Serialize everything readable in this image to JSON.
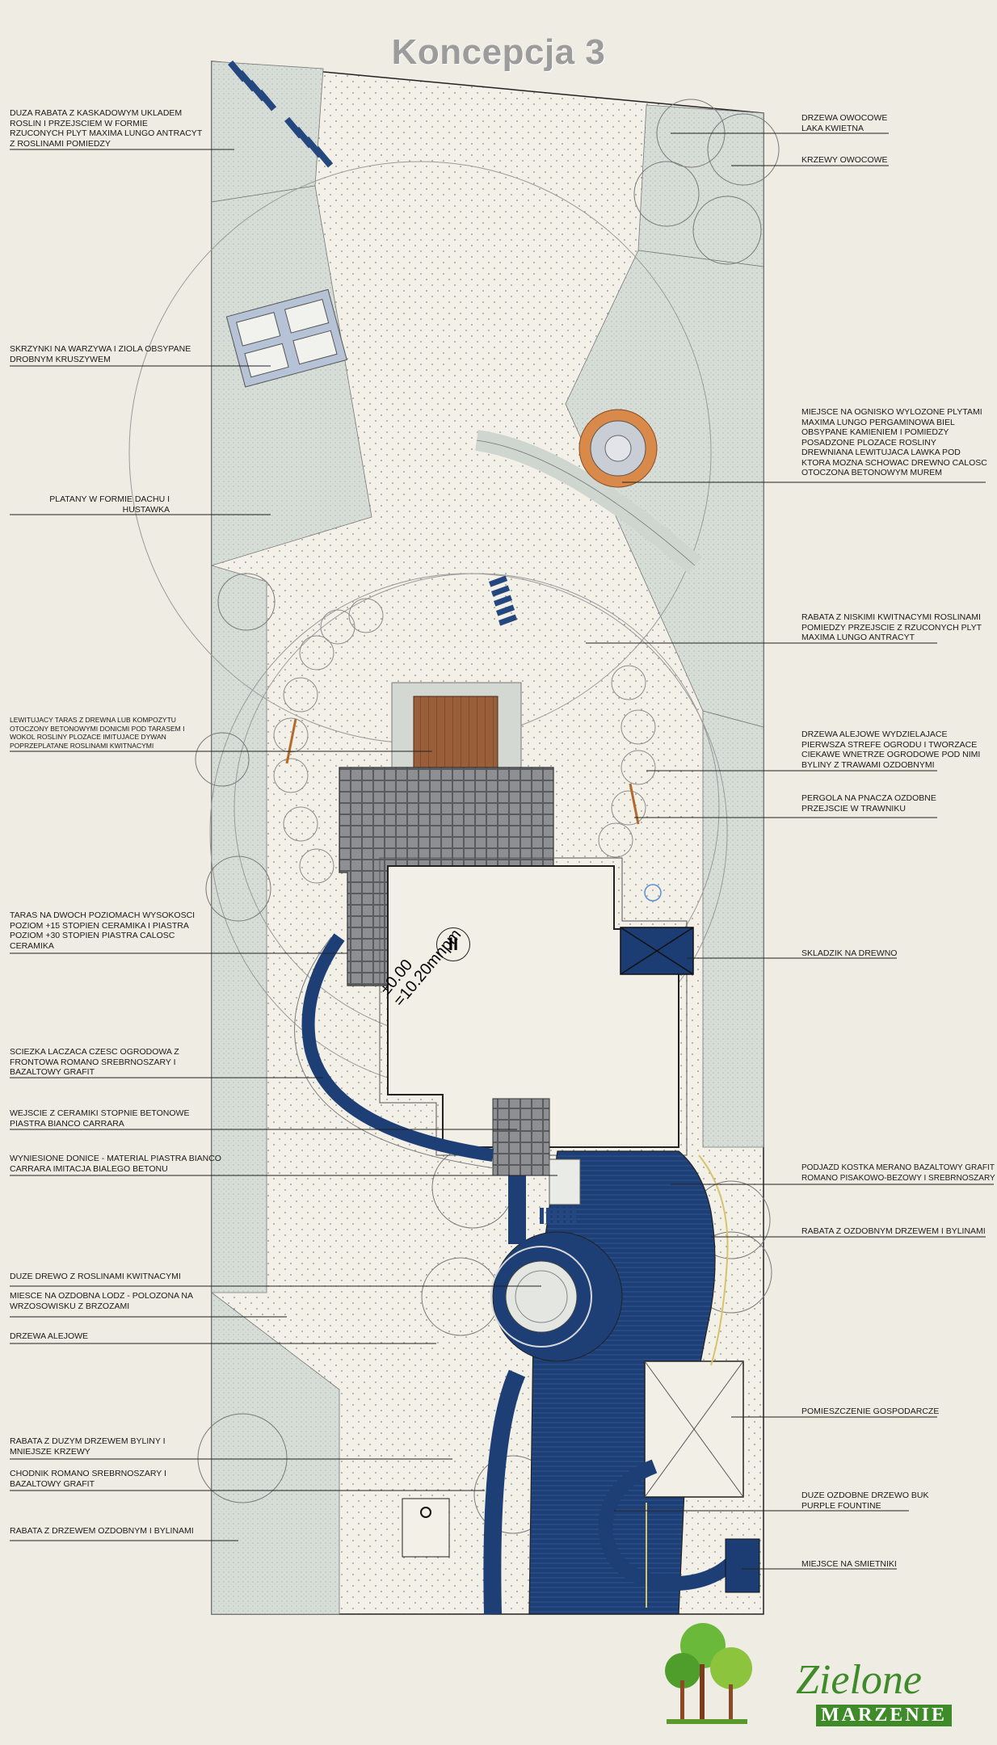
{
  "title": "Koncepcja 3",
  "house_level": "±0.00\n=10.20mnpm",
  "house_mark": "II",
  "labels_left": [
    "DUZA RABATA Z KASKADOWYM UKLADEM ROSLIN I PRZEJSCIEM W FORMIE RZUCONYCH PLYT  MAXIMA LUNGO ANTRACYT Z ROSLINAMI POMIEDZY",
    "SKRZYNKI NA WARZYWA I ZIOLA OBSYPANE DROBNYM KRUSZYWEM",
    "PLATANY W FORMIE DACHU I HUSTAWKA",
    "LEWITUJACY TARAS Z DREWNA LUB KOMPOZYTU OTOCZONY BETONOWYMI DONICMI POD TARASEM I WOKOL ROSLINY PLOZACE IMITUJACE DYWAN POPRZEPLATANE ROSLINAMI KWITNACYMI",
    "TARAS NA DWOCH POZIOMACH WYSOKOSCI POZIOM +15 STOPIEN CERAMIKA I PIASTRA  POZIOM +30 STOPIEN PIASTRA CALOSC CERAMIKA",
    "SCIEZKA LACZACA CZESC OGRODOWA Z FRONTOWA ROMANO SREBRNOSZARY I BAZALTOWY GRAFIT",
    "WEJSCIE Z CERAMIKI STOPNIE BETONOWE PIASTRA BIANCO CARRARA",
    "WYNIESIONE DONICE - MATERIAL PIASTRA BIANCO CARRARA IMITACJA BIALEGO BETONU",
    "DUZE DREWO Z ROSLINAMI KWITNACYMI",
    "MIESCE NA OZDOBNA LODZ - POLOZONA NA WRZOSOWISKU Z BRZOZAMI",
    "DRZEWA ALEJOWE",
    "RABATA Z DUZYM DRZEWEM BYLINY I MNIEJSZE KRZEWY",
    "CHODNIK ROMANO SREBRNOSZARY I BAZALTOWY GRAFIT",
    "RABATA Z DRZEWEM OZDOBNYM I BYLINAMI"
  ],
  "labels_right": [
    "DRZEWA OWOCOWE LAKA KWIETNA",
    "KRZEWY OWOCOWE",
    "MIEJSCE NA OGNISKO WYLOZONE PLYTAMI MAXIMA LUNGO  PERGAMINOWA BIEL OBSYPANE KAMIENIEM I POMIEDZY POSADZONE PLOZACE ROSLINY DREWNIANA LEWITUJACA LAWKA POD KTORA MOZNA SCHOWAC DREWNO CALOSC OTOCZONA BETONOWYM MUREM",
    "RABATA Z NISKIMI KWITNACYMI ROSLINAMI POMIEDZY PRZEJSCIE Z RZUCONYCH PLYT MAXIMA LUNGO ANTRACYT",
    "DRZEWA ALEJOWE WYDZIELAJACE PIERWSZA STREFE OGRODU I TWORZACE CIEKAWE WNETRZE OGRODOWE POD NIMI BYLINY Z TRAWAMI OZDOBNYMI",
    "PERGOLA NA PNACZA OZDOBNE PRZEJSCIE W TRAWNIKU",
    "SKLADZIK NA DREWNO",
    "PODJAZD KOSTKA MERANO BAZALTOWY GRAFIT ROMANO PISAKOWO-BEZOWY I SREBRNOSZARY",
    "RABATA Z OZDOBNYM DRZEWEM I BYLINAMI",
    "POMIESZCZENIE GOSPODARCZE",
    "DUZE OZDOBNE DRZEWO BUK  PURPLE FOUNTINE",
    "MIEJSCE NA SMIETNIKI"
  ],
  "logo": {
    "word1": "Zielone",
    "word2": "MARZENIE"
  },
  "colors": {
    "background": "#eeece3",
    "lawn": "#f2efe6",
    "planting": "#d8e0d8",
    "paving_blue": "#1c3d73",
    "terrace_grey": "#8f9094",
    "deck_wood": "#9a5f3a",
    "fire_orange": "#d98a4a",
    "logo_green": "#3f8b2a"
  }
}
